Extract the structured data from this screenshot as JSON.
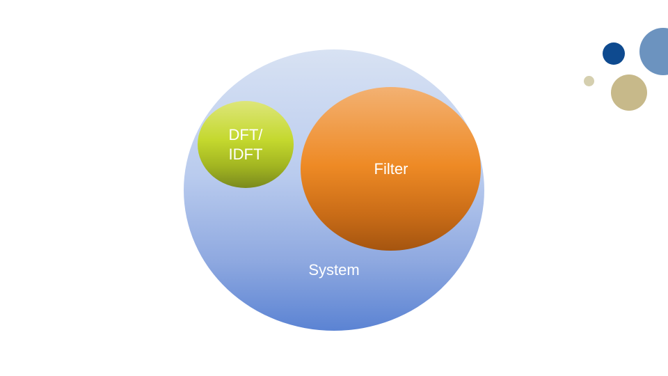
{
  "diagram": {
    "system": {
      "label": "System",
      "color": "#5b83d3"
    },
    "filter": {
      "label": "Filter",
      "color": "#ee8a25"
    },
    "dft": {
      "label_line1": "DFT/",
      "label_line2": "IDFT",
      "color": "#c4d82e"
    }
  },
  "decoration": {
    "dots": [
      {
        "name": "navy",
        "color": "#0e4a8f"
      },
      {
        "name": "steel-blue",
        "color": "#6c93bf"
      },
      {
        "name": "sand-small",
        "color": "#d5cfaf"
      },
      {
        "name": "sand-large",
        "color": "#c7b98a"
      }
    ]
  }
}
